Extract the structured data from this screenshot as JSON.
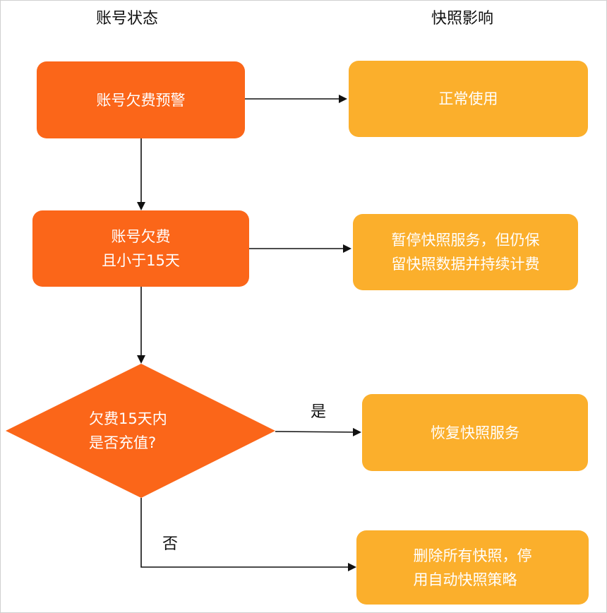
{
  "headers": {
    "account_status": "账号状态",
    "snapshot_impact": "快照影响"
  },
  "nodes": {
    "warning": "账号欠费预警",
    "overdue_lt15": "账号欠费\n且小于15天",
    "decision": "欠费15天内\n是否充值?",
    "normal_use": "正常使用",
    "pause_service": "暂停快照服务，但仍保\n留快照数据并持续计费",
    "restore_service": "恢复快照服务",
    "delete_all": "删除所有快照，停\n用自动快照策略"
  },
  "edge_labels": {
    "yes": "是",
    "no": "否"
  },
  "colors": {
    "state_fill": "#fb6619",
    "effect_fill": "#fbaf2c",
    "edge": "#111111"
  }
}
